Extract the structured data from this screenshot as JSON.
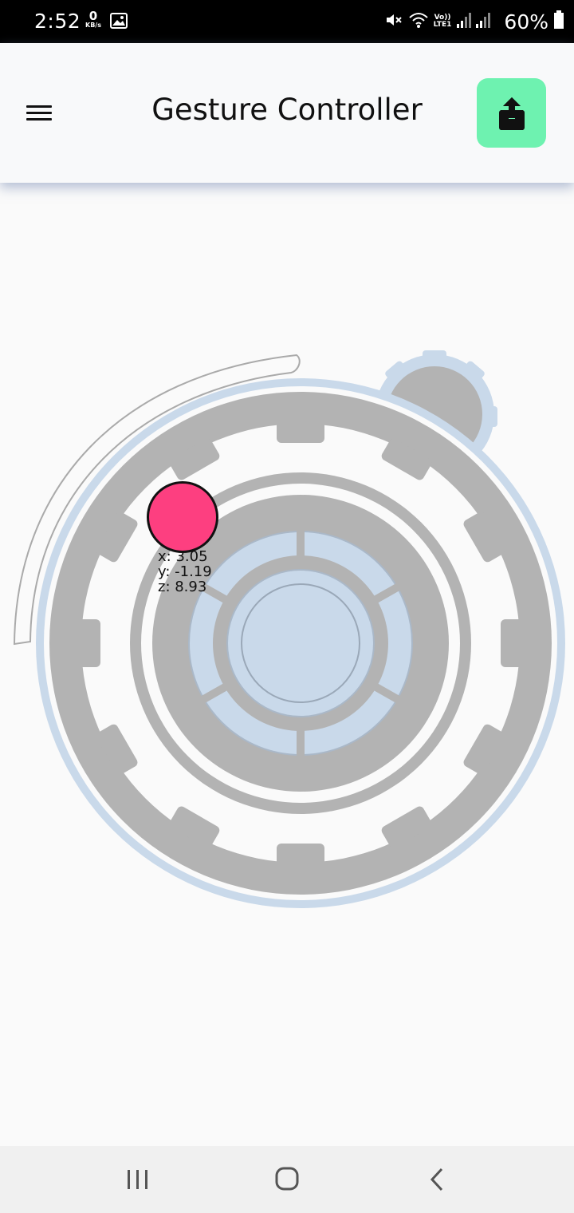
{
  "status_bar": {
    "time": "2:52",
    "net_speed_value": "0",
    "net_speed_unit": "KB/s",
    "network_label_top": "Vo))",
    "network_label_bottom": "LTE1",
    "battery_percent": "60%",
    "icons": [
      "gallery-icon",
      "mute-icon",
      "wifi-icon",
      "signal-icon",
      "battery-icon"
    ]
  },
  "app_bar": {
    "title": "Gesture Controller",
    "menu_icon": "hamburger-menu-icon",
    "share_icon": "share-upload-icon",
    "share_color": "#6ef2b0"
  },
  "accelerometer": {
    "x_label": "x: 3.05",
    "y_label": "y: -1.19",
    "z_label": "z: 8.93",
    "ball_color": "#fd3f80"
  },
  "nav_bar": {
    "icons": [
      "recents-icon",
      "home-icon",
      "back-icon"
    ]
  },
  "colors": {
    "gear_gray": "#b3b3b3",
    "gear_blue": "#c9d9ea",
    "background": "#fafafa"
  }
}
